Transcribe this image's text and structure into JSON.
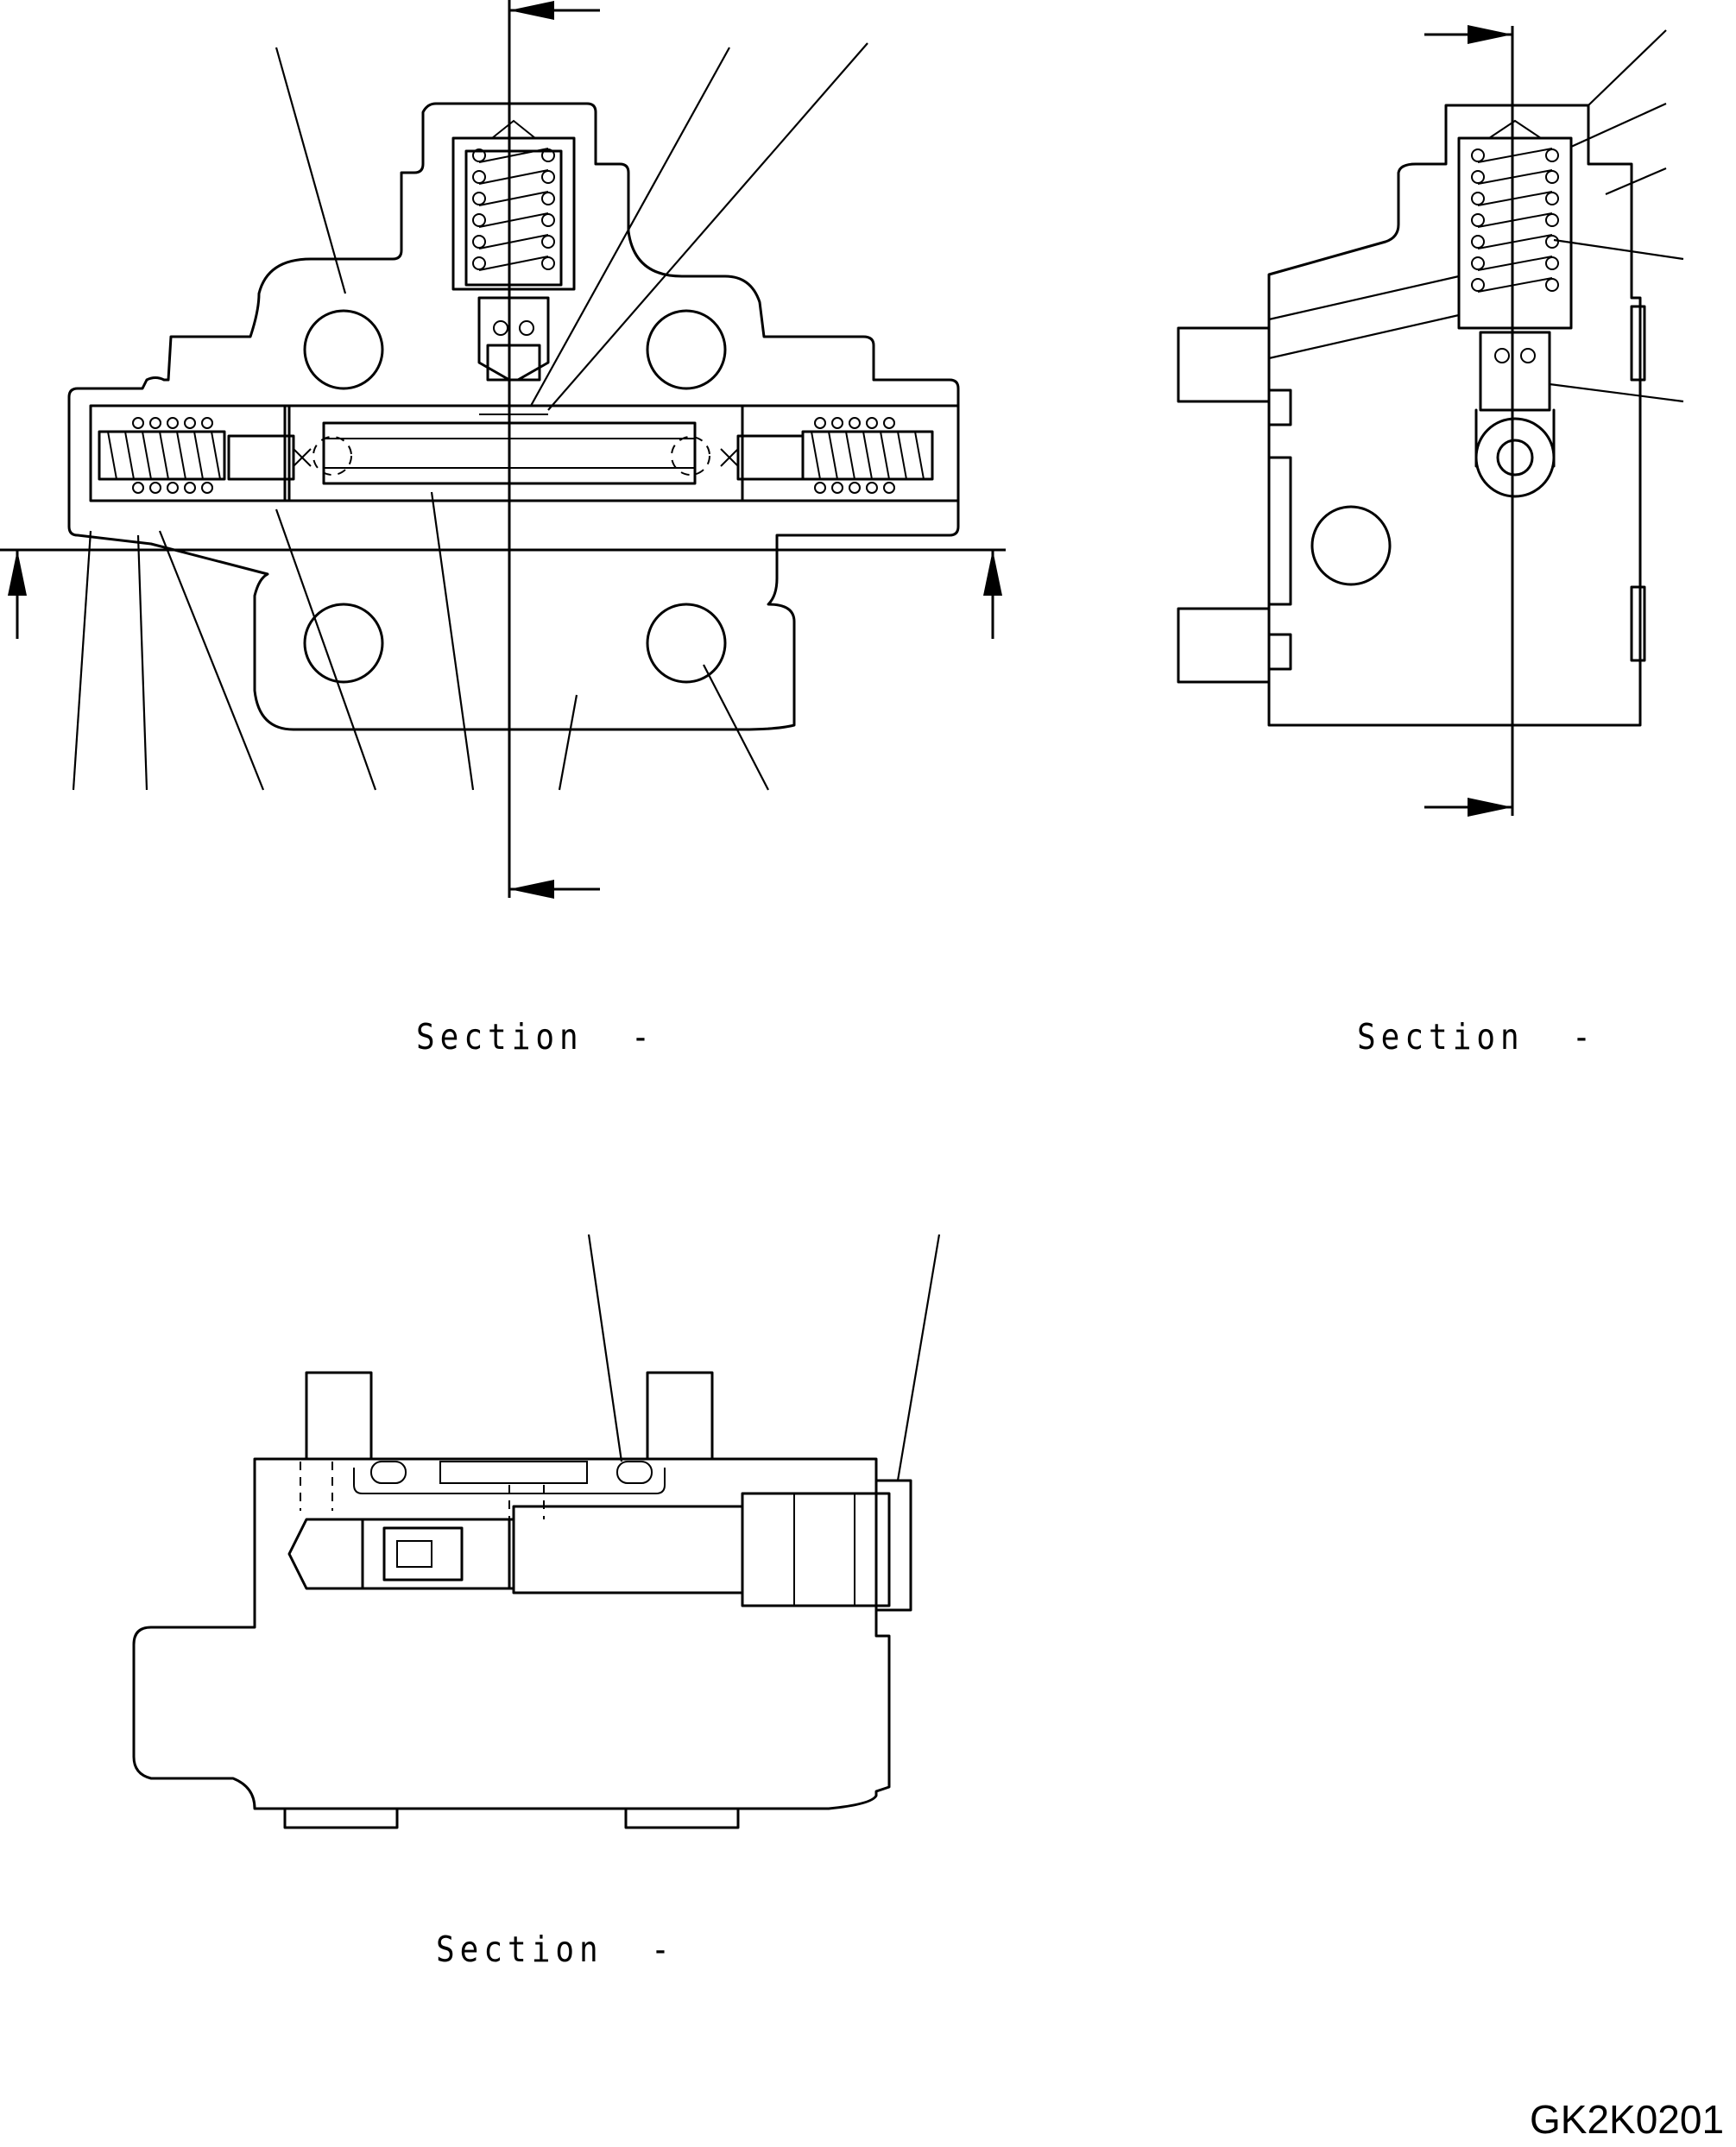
{
  "sections": [
    {
      "id": "main",
      "label": "Section  -"
    },
    {
      "id": "side",
      "label": "Section  -"
    },
    {
      "id": "bottom",
      "label": "Section  -"
    }
  ],
  "drawing_code": "GK2K0201"
}
